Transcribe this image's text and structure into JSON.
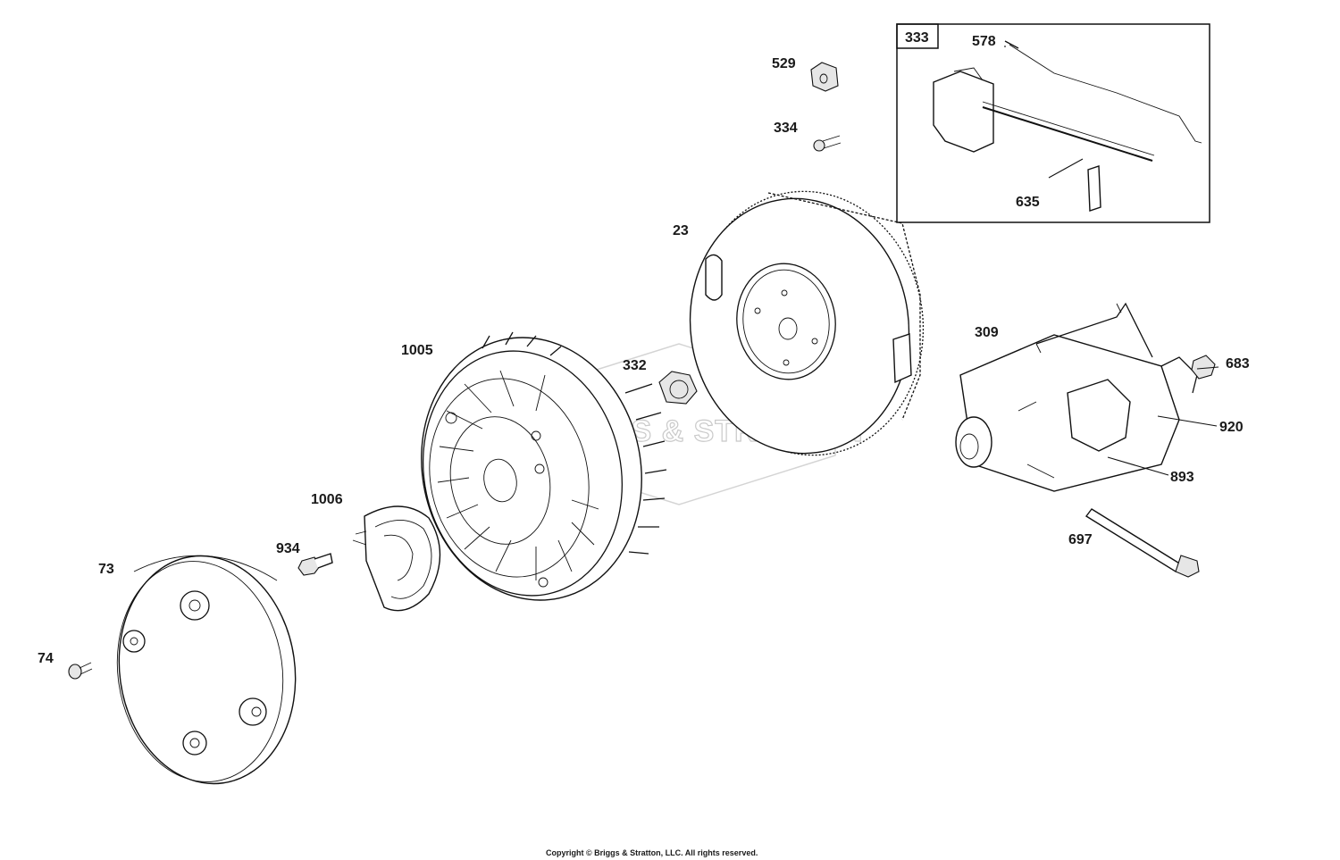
{
  "diagram": {
    "labels": {
      "p23": "23",
      "p73": "73",
      "p74": "74",
      "p309": "309",
      "p332": "332",
      "p333": "333",
      "p334": "334",
      "p529": "529",
      "p578": "578",
      "p635": "635",
      "p683": "683",
      "p697": "697",
      "p893": "893",
      "p920": "920",
      "p934": "934",
      "p1005": "1005",
      "p1006": "1006"
    },
    "watermark": "BRIGGS & STRATTON",
    "copyright": "Copyright © Briggs & Stratton, LLC. All rights reserved."
  }
}
